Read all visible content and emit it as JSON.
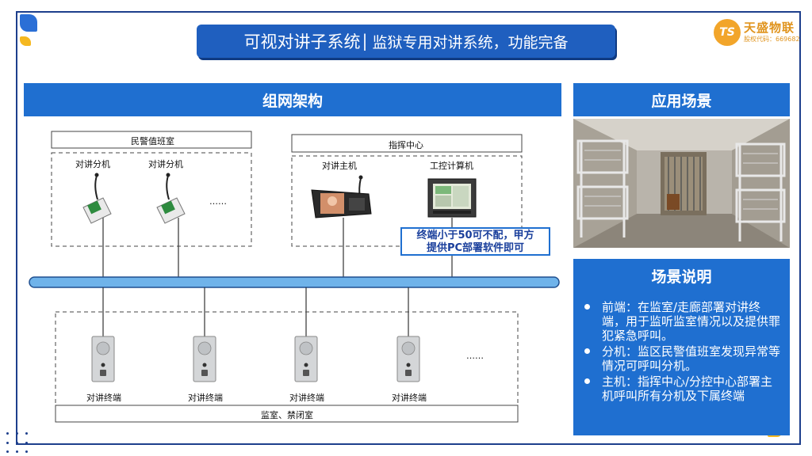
{
  "title": {
    "main": "可视对讲子系统",
    "separator": "|",
    "sub": "监狱专用对讲系统，功能完备"
  },
  "logo": {
    "mark": "TS",
    "name": "天盛物联",
    "code": "股权代码：669682"
  },
  "sections": {
    "network": "组网架构",
    "application": "应用场景",
    "description": "场景说明"
  },
  "diagram": {
    "duty_room": "民警值班室",
    "command_center": "指挥中心",
    "extension_1": "对讲分机",
    "extension_2": "对讲分机",
    "extension_more": "……",
    "master_station": "对讲主机",
    "ipc": "工控计算机",
    "callout_line1": "终端小于50可不配，甲方",
    "callout_line2": "提供PC部署软件即可",
    "terminals": [
      "对讲终端",
      "对讲终端",
      "对讲终端",
      "对讲终端"
    ],
    "terminal_more": "……",
    "cell_room": "监室、禁闭室"
  },
  "description_items": [
    "前端：在监室/走廊部署对讲终端，用于监听监室情况以及提供罪犯紧急呼叫。",
    "分机：监区民警值班室发现异常等情况可呼叫分机。",
    "主机：指挥中心/分控中心部署主机呼叫所有分机及下属终端"
  ],
  "colors": {
    "primary_blue": "#1f6fd0",
    "title_blue": "#1f5fbf",
    "frame_navy": "#1d3f8c",
    "accent_yellow": "#f5b820",
    "logo_orange": "#f2a52a"
  }
}
